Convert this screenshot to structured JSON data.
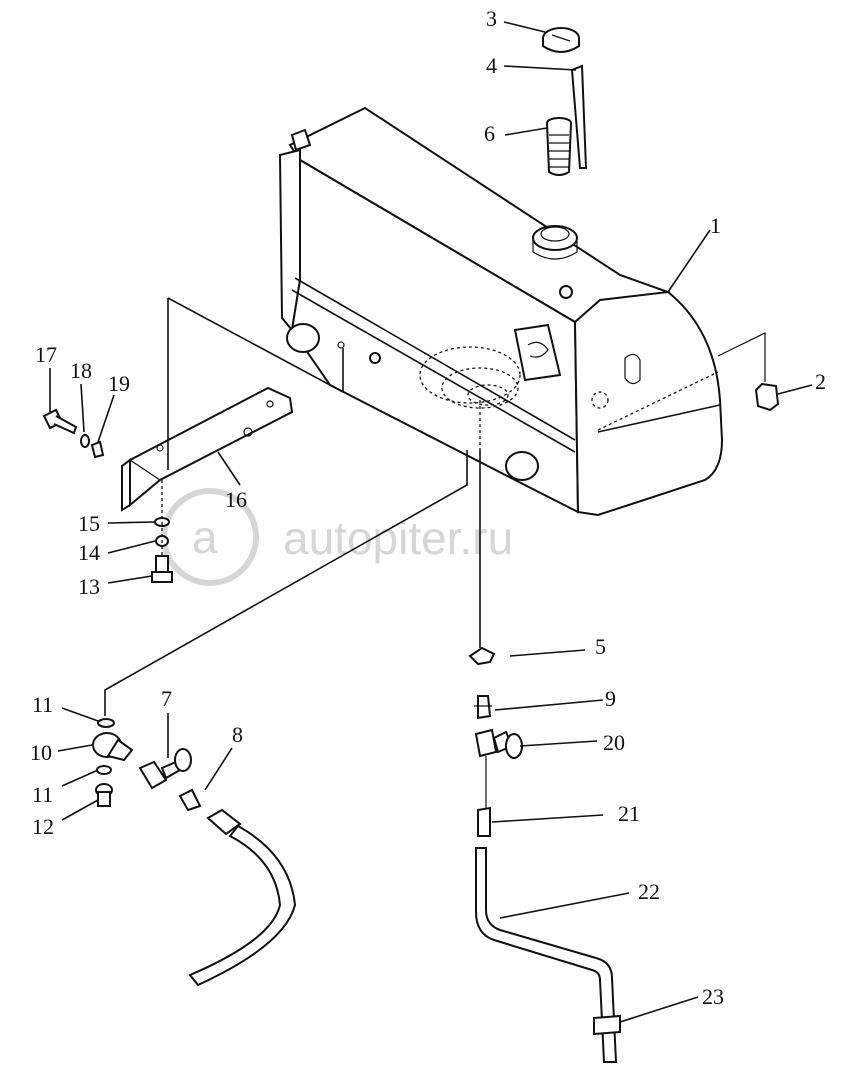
{
  "watermark": {
    "text": "autopiter.ru"
  },
  "callouts": [
    {
      "id": "1",
      "text": "1"
    },
    {
      "id": "2",
      "text": "2"
    },
    {
      "id": "3",
      "text": "3"
    },
    {
      "id": "4",
      "text": "4"
    },
    {
      "id": "5",
      "text": "5"
    },
    {
      "id": "6",
      "text": "6"
    },
    {
      "id": "7",
      "text": "7"
    },
    {
      "id": "8",
      "text": "8"
    },
    {
      "id": "9",
      "text": "9"
    },
    {
      "id": "10",
      "text": "10"
    },
    {
      "id": "11a",
      "text": "11"
    },
    {
      "id": "11b",
      "text": "11"
    },
    {
      "id": "12",
      "text": "12"
    },
    {
      "id": "13",
      "text": "13"
    },
    {
      "id": "14",
      "text": "14"
    },
    {
      "id": "15",
      "text": "15"
    },
    {
      "id": "16",
      "text": "16"
    },
    {
      "id": "17",
      "text": "17"
    },
    {
      "id": "18",
      "text": "18"
    },
    {
      "id": "19",
      "text": "19"
    },
    {
      "id": "20",
      "text": "20"
    },
    {
      "id": "21",
      "text": "21"
    },
    {
      "id": "22",
      "text": "22"
    },
    {
      "id": "23",
      "text": "23"
    }
  ]
}
